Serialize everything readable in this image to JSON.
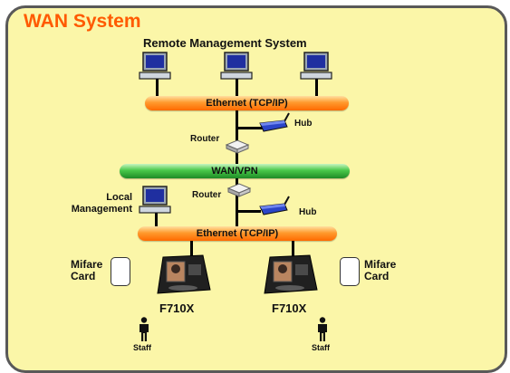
{
  "title": "WAN System",
  "subtitle": "Remote Management System",
  "ethernet_top": "Ethernet (TCP/IP)",
  "ethernet_bottom": "Ethernet (TCP/IP)",
  "wan": "WAN/VPN",
  "hub_top": "Hub",
  "hub_bottom": "Hub",
  "router_top": "Router",
  "router_bottom": "Router",
  "local_management": [
    "Local",
    "Management"
  ],
  "mifare_left": [
    "Mifare",
    "Card"
  ],
  "mifare_right": [
    "Mifare",
    "Card"
  ],
  "device_left": "F710X",
  "device_right": "F710X",
  "staff_left": "Staff",
  "staff_right": "Staff",
  "colors": {
    "title": "#ff5a00",
    "background": "#fbf6a8",
    "border": "#595959",
    "ethernet_bar": "#ff7a10",
    "wan_bar": "#34b23a"
  }
}
